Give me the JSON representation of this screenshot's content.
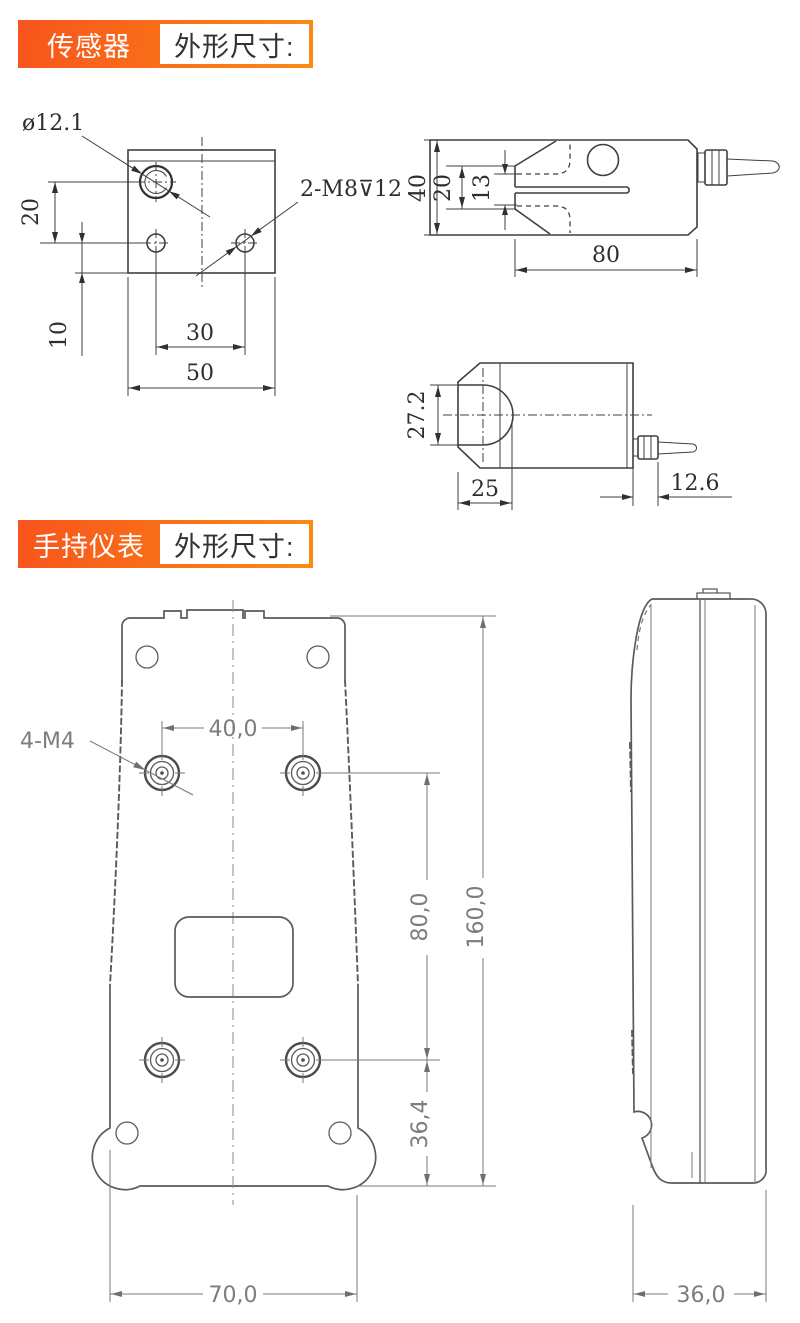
{
  "header_sensor": {
    "badge": "传感器",
    "title": "外形尺寸:"
  },
  "header_meter": {
    "badge": "手持仪表",
    "title": "外形尺寸:"
  },
  "colors": {
    "accent_start": "#f8541c",
    "accent_end": "#fa8b16",
    "sensor_line": "#3f3f3f",
    "meter_line": "#6f6f6f"
  },
  "sensor": {
    "top_view": {
      "dia": "ø12.1",
      "thread": "2-M8⊽12",
      "v_pitch": "20",
      "v_edge": "10",
      "h_pitch": "30",
      "h_width": "50"
    },
    "side_view": {
      "height": "40",
      "inner": "20",
      "slot": "13",
      "width": "80"
    },
    "end_view": {
      "fork": "27.2",
      "base": "25",
      "gland": "12.6"
    }
  },
  "meter": {
    "front_view": {
      "thread": "4-M4",
      "hole_span": "40,0",
      "boss_span": "80,0",
      "height": "160,0",
      "bottom_span": "36,4",
      "width": "70,0"
    },
    "side_view": {
      "depth": "36,0"
    }
  }
}
